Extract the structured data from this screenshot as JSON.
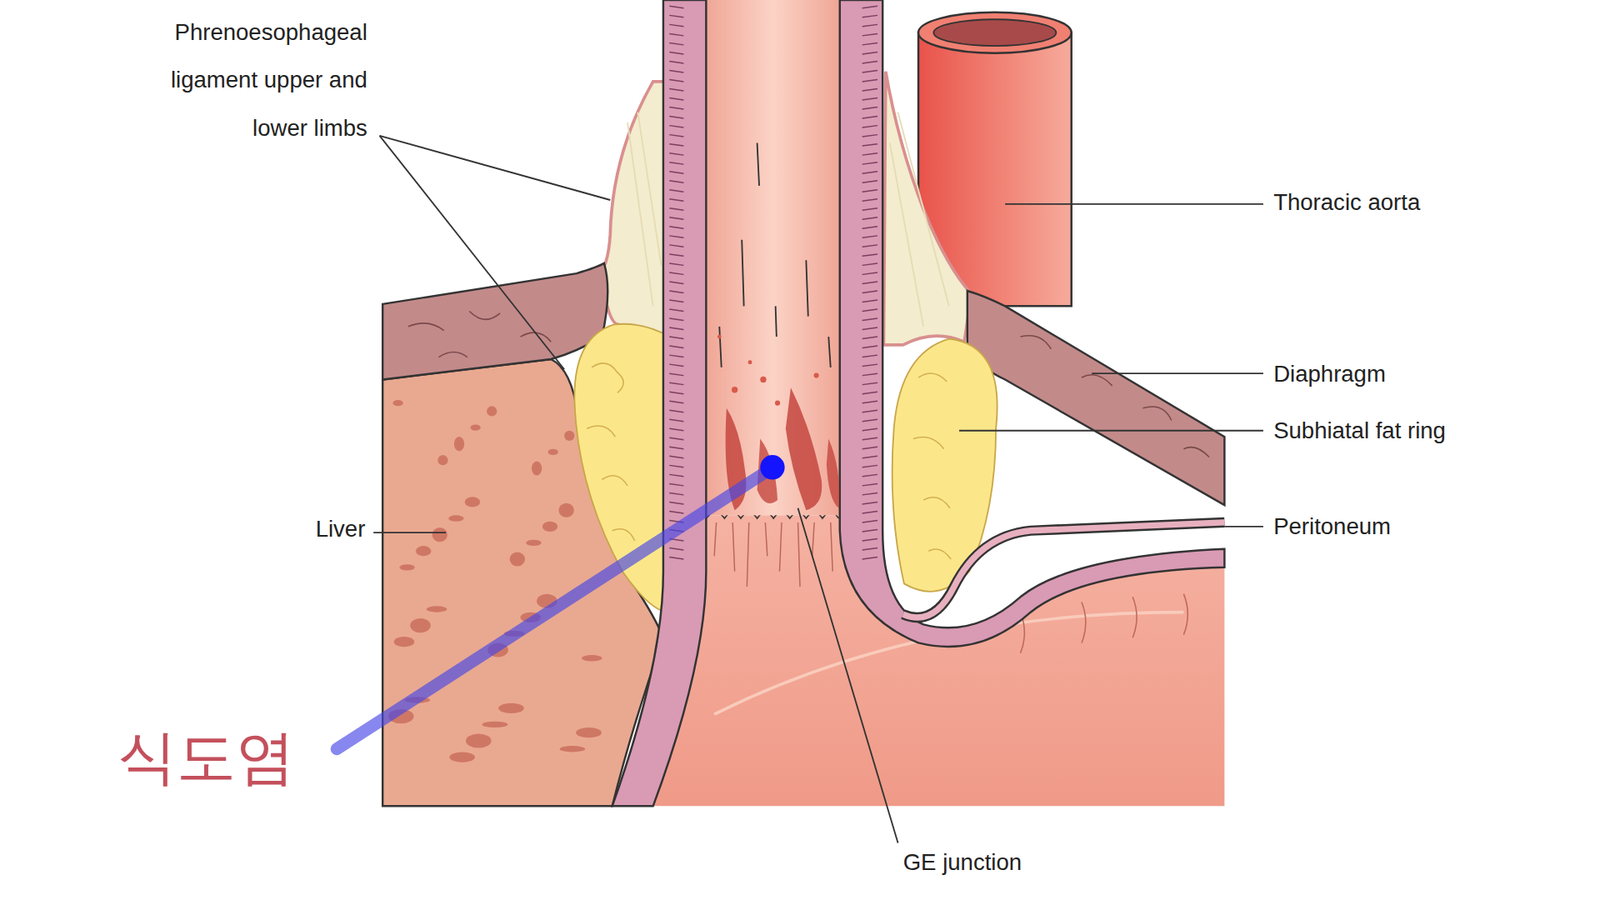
{
  "diagram": {
    "labels": [
      "Phrenoesophageal ligament upper and lower limbs",
      "Thoracic aorta",
      "Diaphragm",
      "Subhiatal fat ring",
      "Peritoneum",
      "Liver",
      "GE junction",
      "식도염"
    ]
  }
}
